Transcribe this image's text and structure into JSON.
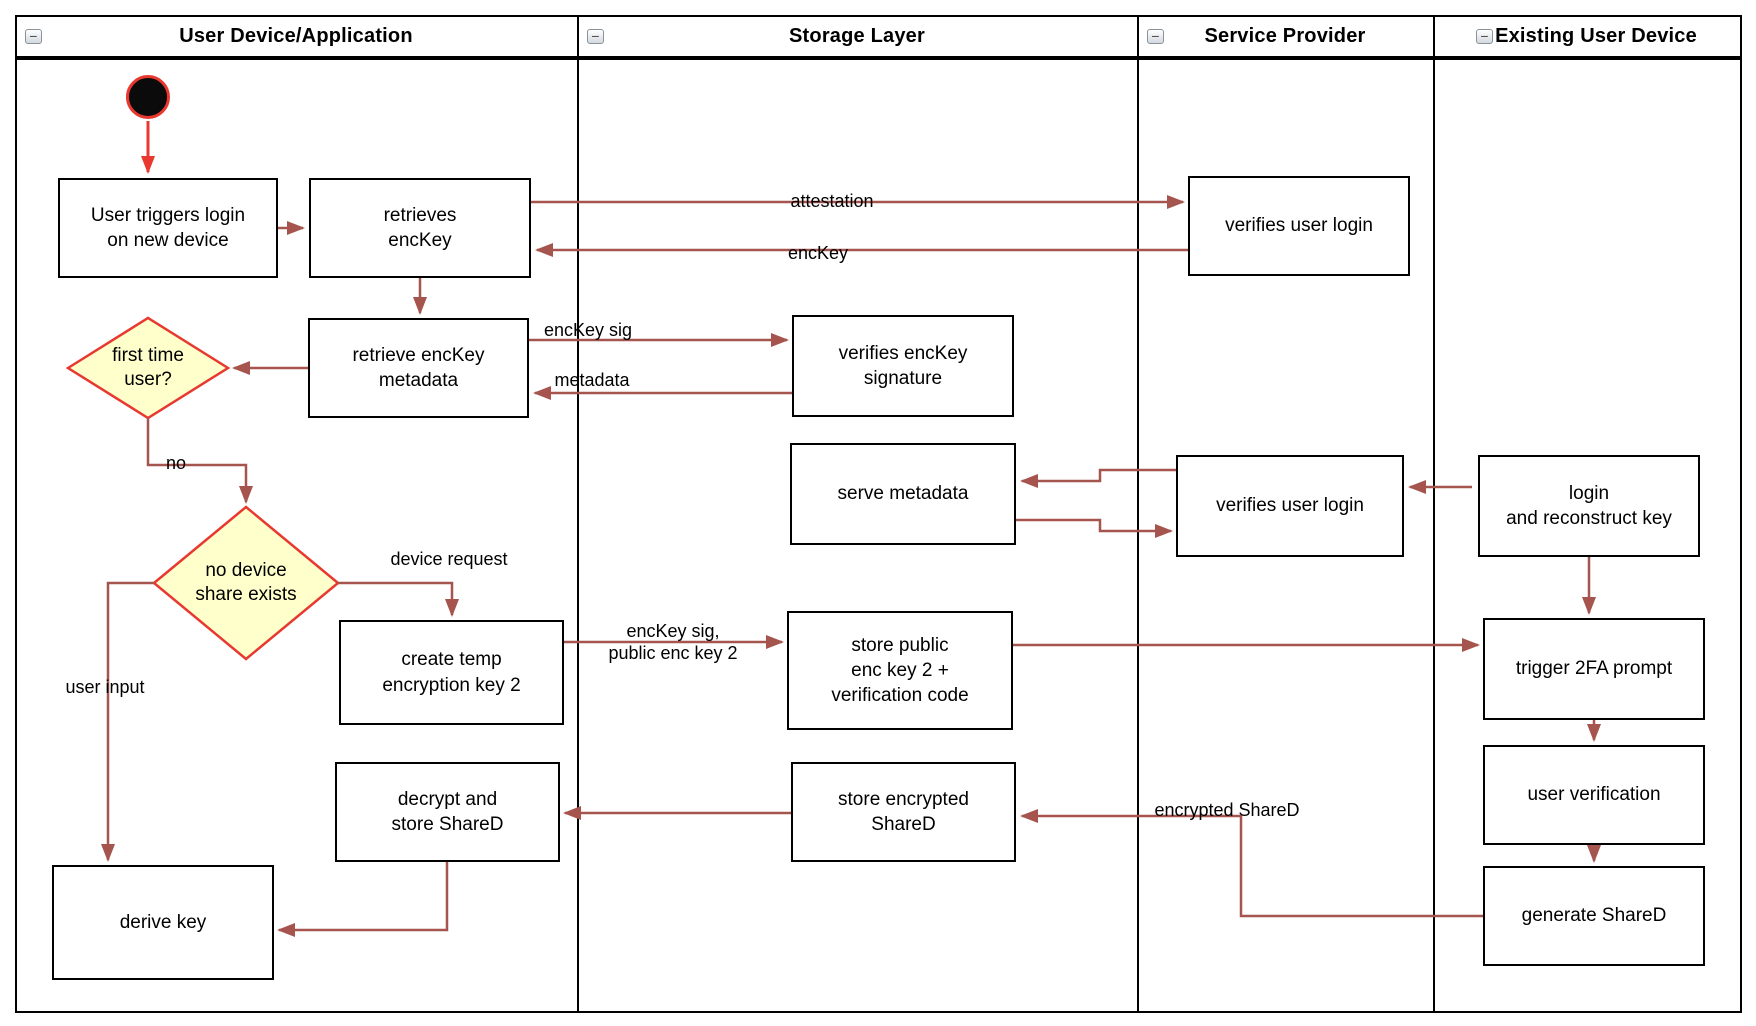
{
  "lanes": [
    {
      "label": "User Device/Application"
    },
    {
      "label": "Storage Layer"
    },
    {
      "label": "Service Provider"
    },
    {
      "label": "Existing User Device"
    }
  ],
  "icons": {
    "collapse": "−"
  },
  "nodes": {
    "user_triggers": {
      "label": "User triggers login\non new device"
    },
    "retrieves_enckey": {
      "label": "retrieves\nencKey"
    },
    "verifies_user_login_1": {
      "label": "verifies user login"
    },
    "retrieve_enckey_metadata": {
      "label": "retrieve encKey\nmetadata"
    },
    "first_time_user": {
      "label": "first time\nuser?",
      "type": "decision"
    },
    "verifies_enckey_signature": {
      "label": "verifies encKey\nsignature"
    },
    "serve_metadata": {
      "label": "serve metadata"
    },
    "verifies_user_login_2": {
      "label": "verifies user login"
    },
    "login_reconstruct": {
      "label": "login\nand reconstruct key"
    },
    "no_device_share": {
      "label": "no device\nshare exists",
      "type": "decision"
    },
    "create_temp_key": {
      "label": "create temp\nencryption key 2"
    },
    "store_public_key": {
      "label": "store public\nenc key 2 +\nverification code"
    },
    "trigger_2fa": {
      "label": "trigger 2FA prompt"
    },
    "user_verification": {
      "label": "user verification"
    },
    "decrypt_store_shared": {
      "label": "decrypt and\nstore ShareD"
    },
    "store_encrypted_shared": {
      "label": "store encrypted\nShareD"
    },
    "generate_shared": {
      "label": "generate ShareD"
    },
    "derive_key": {
      "label": "derive key"
    }
  },
  "edge_labels": {
    "attestation": "attestation",
    "enckey": "encKey",
    "enckey_sig": "encKey sig",
    "metadata": "metadata",
    "no": "no",
    "device_request": "device request",
    "enckey_sig_public": "encKey sig,\npublic enc key 2",
    "user_input": "user input",
    "encrypted_shared": "encrypted ShareD"
  },
  "flows": [
    {
      "from": "start",
      "to": "user_triggers",
      "label": ""
    },
    {
      "from": "user_triggers",
      "to": "retrieves_enckey",
      "label": ""
    },
    {
      "from": "retrieves_enckey",
      "to": "verifies_user_login_1",
      "label": "attestation"
    },
    {
      "from": "verifies_user_login_1",
      "to": "retrieves_enckey",
      "label": "encKey"
    },
    {
      "from": "retrieves_enckey",
      "to": "retrieve_enckey_metadata",
      "label": ""
    },
    {
      "from": "retrieve_enckey_metadata",
      "to": "first_time_user",
      "label": ""
    },
    {
      "from": "retrieve_enckey_metadata",
      "to": "verifies_enckey_signature",
      "label": "encKey sig"
    },
    {
      "from": "verifies_enckey_signature",
      "to": "retrieve_enckey_metadata",
      "label": "metadata"
    },
    {
      "from": "first_time_user",
      "to": "no_device_share",
      "label": "no"
    },
    {
      "from": "no_device_share",
      "to": "create_temp_key",
      "label": "device request"
    },
    {
      "from": "create_temp_key",
      "to": "store_public_key",
      "label": "encKey sig, public enc key 2"
    },
    {
      "from": "store_public_key",
      "to": "trigger_2fa",
      "label": ""
    },
    {
      "from": "verifies_user_login_2",
      "to": "serve_metadata",
      "label": ""
    },
    {
      "from": "serve_metadata",
      "to": "verifies_user_login_2",
      "label": ""
    },
    {
      "from": "login_reconstruct",
      "to": "verifies_user_login_2",
      "label": ""
    },
    {
      "from": "login_reconstruct",
      "to": "trigger_2fa",
      "label": ""
    },
    {
      "from": "trigger_2fa",
      "to": "user_verification",
      "label": ""
    },
    {
      "from": "user_verification",
      "to": "generate_shared",
      "label": ""
    },
    {
      "from": "generate_shared",
      "to": "store_encrypted_shared",
      "label": "encrypted ShareD"
    },
    {
      "from": "store_encrypted_shared",
      "to": "decrypt_store_shared",
      "label": ""
    },
    {
      "from": "decrypt_store_shared",
      "to": "derive_key",
      "label": ""
    },
    {
      "from": "no_device_share",
      "to": "derive_key",
      "label": "user input"
    }
  ],
  "colors": {
    "flow_arrow": "#a5544e",
    "start_arrow": "#e8382f",
    "decision_fill": "#ffffcb",
    "decision_border": "#e8382f",
    "node_border": "#000000",
    "node_fill": "#ffffff",
    "lane_border": "#000000"
  }
}
